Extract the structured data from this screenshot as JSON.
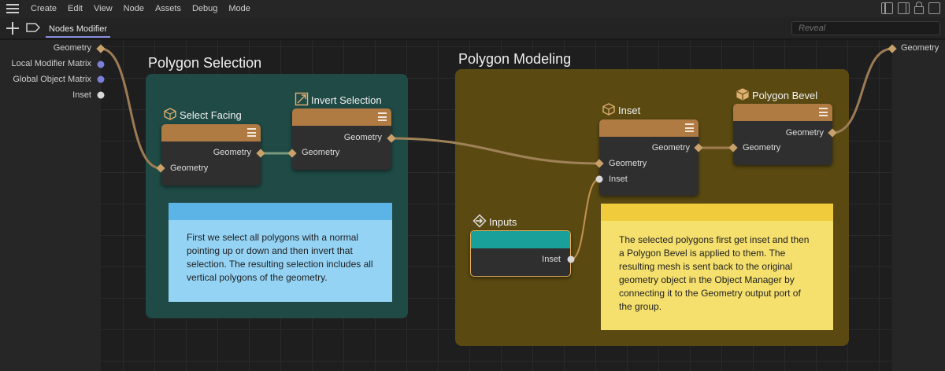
{
  "menubar": {
    "items": [
      "Create",
      "Edit",
      "View",
      "Node",
      "Assets",
      "Debug",
      "Mode"
    ]
  },
  "toolbar": {
    "tab_label": "Nodes Modifier",
    "search_placeholder": "Reveal"
  },
  "inputs_panel": {
    "ports": [
      {
        "label": "Geometry",
        "color": "#c8a06a"
      },
      {
        "label": "Local Modifier Matrix",
        "color": "#7b7fd8"
      },
      {
        "label": "Global Object Matrix",
        "color": "#7b7fd8"
      },
      {
        "label": "Inset",
        "color": "#d8d8d8"
      }
    ]
  },
  "outputs_panel": {
    "ports": [
      {
        "label": "Geometry",
        "color": "#c8a06a"
      }
    ]
  },
  "groups": {
    "selection": {
      "title": "Polygon Selection",
      "color": "#1f4a45"
    },
    "modeling": {
      "title": "Polygon Modeling",
      "color": "#5a4a12"
    }
  },
  "nodes": {
    "select_facing": {
      "title": "Select Facing",
      "icon": "cube-select-icon",
      "header_color": "#b07a43",
      "output": "Geometry",
      "input": "Geometry"
    },
    "invert_selection": {
      "title": "Invert Selection",
      "icon": "invert-selection-icon",
      "header_color": "#b07a43",
      "output": "Geometry",
      "input": "Geometry"
    },
    "inset": {
      "title": "Inset",
      "icon": "cube-icon",
      "header_color": "#b07a43",
      "output": "Geometry",
      "inputs": [
        "Geometry",
        "Inset"
      ]
    },
    "polygon_bevel": {
      "title": "Polygon Bevel",
      "icon": "bevel-cube-icon",
      "header_color": "#b07a43",
      "output": "Geometry",
      "input": "Geometry"
    },
    "inputs": {
      "title": "Inputs",
      "icon": "inputs-icon",
      "header_color": "#1aa09a",
      "output": "Inset"
    }
  },
  "notes": {
    "selection_note": {
      "text": "First we select all polygons with a normal pointing up or down and then invert that selection. The resulting selection includes all vertical polygons of the geometry.",
      "head_color": "#5bb3e6",
      "body_color": "#95d3f5"
    },
    "modeling_note": {
      "text": "The selected polygons first get inset and then a Polygon Bevel is applied to them. The resulting mesh is sent back to the original geometry object in the Object Manager by connecting it to the Geometry output port of the group.",
      "head_color": "#f0cc3c",
      "body_color": "#f5e06e"
    }
  },
  "colors": {
    "geometry_wire": "#9c7b55",
    "inset_wire": "#c4924f",
    "matrix_port": "#7b7fd8",
    "accent_tab": "#8a8fe0"
  }
}
